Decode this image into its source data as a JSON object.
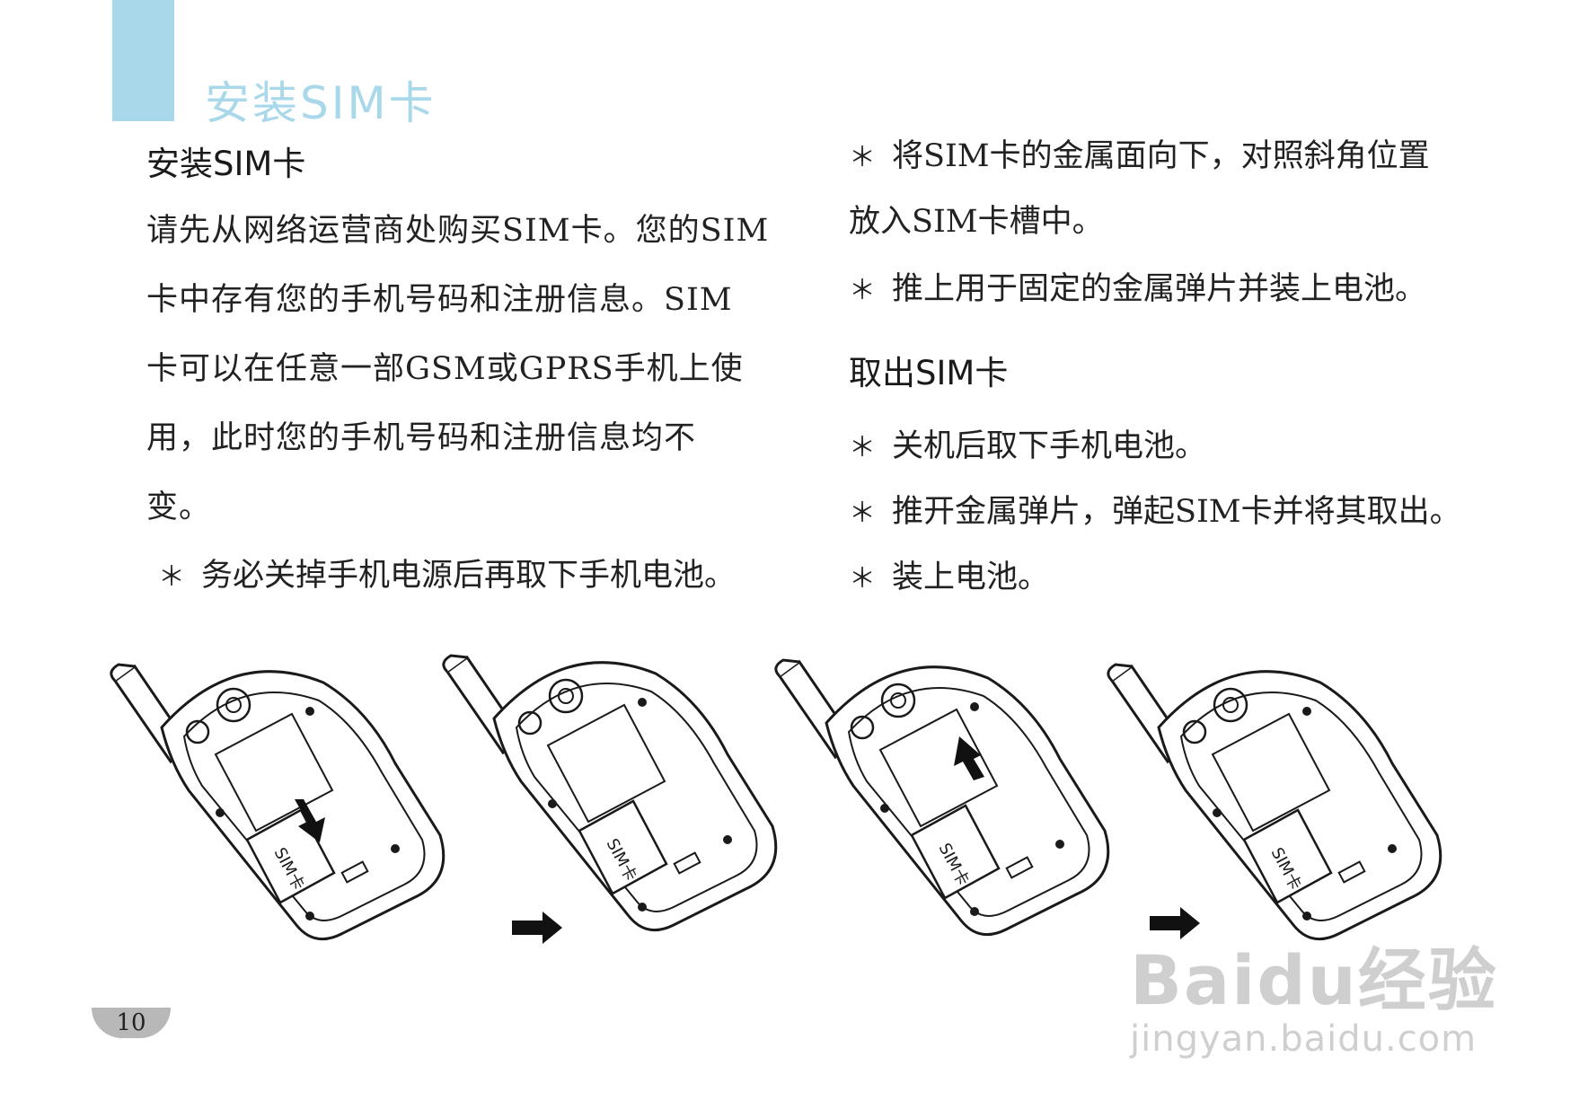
{
  "page": {
    "section_header": "安装SIM卡",
    "page_number": "10"
  },
  "install": {
    "heading": "安装SIM卡",
    "paragraph_lines": [
      "请先从网络运营商处购买SIM卡。您的SIM",
      "卡中存有您的手机号码和注册信息。SIM",
      "卡可以在任意一部GSM或GPRS手机上使",
      "用，此时您的手机号码和注册信息均不",
      "变。"
    ],
    "note": {
      "marker": "＊",
      "text": "务必关掉手机电源后再取下手机电池。"
    },
    "steps": [
      {
        "marker": "＊",
        "lines": [
          "将SIM卡的金属面向下，对照斜角位置",
          "放入SIM卡槽中。"
        ]
      },
      {
        "marker": "＊",
        "lines": [
          "推上用于固定的金属弹片并装上电池。"
        ]
      }
    ]
  },
  "remove": {
    "heading": "取出SIM卡",
    "steps": [
      {
        "marker": "＊",
        "text": "关机后取下手机电池。"
      },
      {
        "marker": "＊",
        "text": "推开金属弹片，弹起SIM卡并将其取出。"
      },
      {
        "marker": "＊",
        "text": "装上电池。"
      }
    ]
  },
  "illustrations": {
    "card_label": "SIM卡",
    "panels": [
      {
        "card_label": "SIM卡"
      },
      {
        "card_label": "SIM卡"
      },
      {
        "card_label": "SIM卡"
      },
      {
        "card_label": "SIM卡"
      }
    ]
  },
  "watermark": {
    "main": "Baidu经验",
    "sub": "jingyan.baidu.com"
  },
  "colors": {
    "accent": "#a8d8ea",
    "text": "#222222",
    "line_art": "#1a1a1a",
    "watermark": "#cfcfcf"
  }
}
